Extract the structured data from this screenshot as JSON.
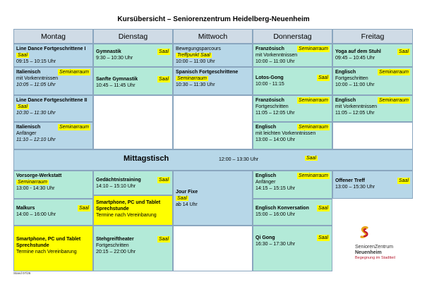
{
  "title": "Kursübersicht – Seniorenzentrum Heidelberg-Neuenheim",
  "days": [
    "Montag",
    "Dienstag",
    "Mittwoch",
    "Donnerstag",
    "Freitag"
  ],
  "courses": {
    "mo1": {
      "name": "Line Dance Fortgeschrittene I",
      "room": "Saal",
      "time": "09:15 – 10:15 Uhr"
    },
    "mo2": {
      "name": "Italienisch",
      "room": "Seminarraum",
      "sub": "mit Vorkenntnissen",
      "time": "10:05 – 11:05 Uhr"
    },
    "mo3": {
      "name": "Line Dance Fortgeschrittene II",
      "room": "Saal",
      "time": "10:30 – 11:30 Uhr"
    },
    "mo4": {
      "name": "Italienisch",
      "room": "Seminarraum",
      "sub": "Anfänger",
      "time": "11:10 – 12:10 Uhr"
    },
    "di1": {
      "name": "Gymnastik",
      "room": "Saal",
      "time": "9:30 – 10:30 Uhr"
    },
    "di2": {
      "name": "Sanfte Gymnastik",
      "room": "Saal",
      "time": "10:45 – 11:45 Uhr"
    },
    "mi1": {
      "name": "Bewegungsparcours",
      "room": "Treffpunkt Saal",
      "time": "10:00 – 11:00 Uhr"
    },
    "mi2": {
      "name": "Spanisch Fortgeschrittene",
      "room": "Seminarraum",
      "time": "10:30 – 11:30 Uhr"
    },
    "do1": {
      "name": "Französisch",
      "room": "Seminarraum",
      "sub": "mit Vorkenntnissen",
      "time": "10:00 – 11:00 Uhr"
    },
    "do2": {
      "name": "Lotos-Gong",
      "room": "Saal",
      "time": "10:00 - 11:15"
    },
    "do3": {
      "name": "Französisch",
      "room": "Seminarraum",
      "sub": "Fortgeschritten",
      "time": "11:05 – 12:05 Uhr"
    },
    "do4": {
      "name": "Englisch",
      "room": "Seminarraum",
      "sub": "mit leichten Vorkenntnissen",
      "time": "13:00 – 14:00 Uhr"
    },
    "fr1": {
      "name": "Yoga auf dem Stuhl",
      "room": "Saal",
      "time": "09:45 – 10:45 Uhr"
    },
    "fr2": {
      "name": "Englisch",
      "room": "Seminarraum",
      "sub": "Fortgeschritten",
      "time": "10:00 – 11:00 Uhr"
    },
    "fr3": {
      "name": "Englisch",
      "room": "Seminarraum",
      "sub": "mit Vorkenntnissen",
      "time": "11:05 – 12:05 Uhr"
    },
    "mo5": {
      "name": "Vorsorge-Werkstatt",
      "room": "Seminarraum",
      "time": "13:00 - 14:30 Uhr"
    },
    "mo6": {
      "name": "Malkurs",
      "room": "Saal",
      "time": "14:00 – 16:00 Uhr"
    },
    "mo7": {
      "name": "Smartphone, PC und Tablet Sprechstunde",
      "sub": "Termine nach Vereinbarung"
    },
    "di3": {
      "name": "Gedächtnistraining",
      "room": "Saal",
      "time": "14:10 – 15:10 Uhr"
    },
    "di4": {
      "name": "Smartphone, PC und Tablet Sprechstunde",
      "sub": "Termine nach Vereinbarung"
    },
    "di5": {
      "name": "Stehgreiftheater",
      "room": "Saal",
      "sub": "Fortgeschritten",
      "time": "20:15 – 22:00 Uhr"
    },
    "mi3": {
      "name": "Jour Fixe",
      "room": "Saal",
      "time": "ab 14 Uhr"
    },
    "do5": {
      "name": "Englisch",
      "room": "Seminarraum",
      "sub": "Anfänger",
      "time": "14:15 – 15:15 Uhr"
    },
    "do6": {
      "name": "Englisch Konversation",
      "room": "Saal",
      "time": "15:00 – 16:00 Uhr"
    },
    "do7": {
      "name": "Qi Gong",
      "room": "Saal",
      "time": "16:30 – 17:30 Uhr"
    },
    "fr4": {
      "name": "Offener Treff",
      "room": "Saal",
      "time": "13:00 – 15:30 Uhr"
    }
  },
  "mittag": {
    "title": "Mittagstisch",
    "time": "12:00 – 13:30 Uhr",
    "room": "Saal"
  },
  "logo": {
    "line1": "SeniorenZentrum",
    "line2": "Neuenheim",
    "line3": "Begegnung im Stadtteil"
  },
  "stand": "Stand 07/26",
  "colors": {
    "blue": "#b7d7e8",
    "green": "#b3ead8",
    "yellow": "#ffff00",
    "header": "#cfdbe6"
  }
}
